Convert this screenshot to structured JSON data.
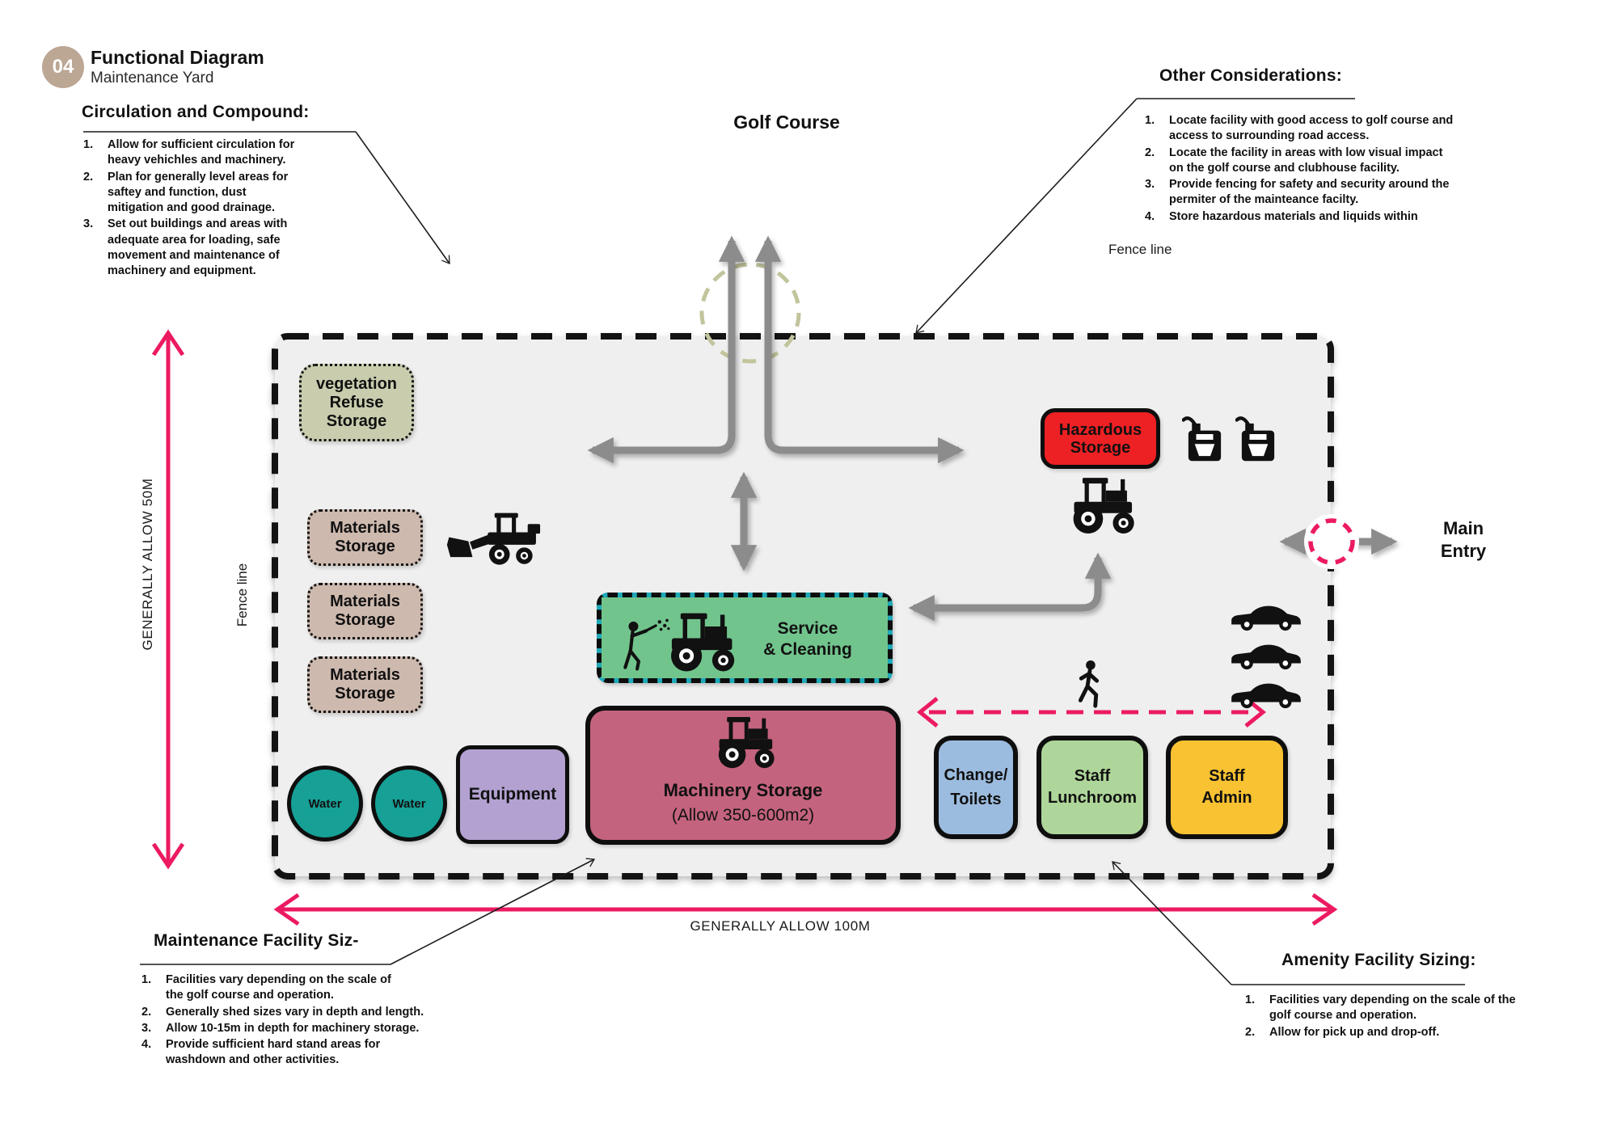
{
  "header": {
    "badge": "04",
    "title": "Functional Diagram",
    "subtitle": "Maintenance Yard"
  },
  "sections": {
    "circulation": {
      "heading": "Circulation and Compound:",
      "items": [
        {
          "num": "1.",
          "text": "Allow for sufficient circulation for heavy vehichles and machinery."
        },
        {
          "num": "2.",
          "text": "Plan for generally level areas for saftey and function, dust mitigation and good drainage."
        },
        {
          "num": "3.",
          "text": "Set out buildings and areas with adequate area for loading, safe movement and maintenance of machinery and equipment."
        }
      ]
    },
    "other_considerations": {
      "heading": "Other Considerations:",
      "items": [
        {
          "num": "1.",
          "text": "Locate facility with good access to golf course and access to surrounding road access."
        },
        {
          "num": "2.",
          "text": "Locate the facility in areas with low visual impact on the golf course and clubhouse facility."
        },
        {
          "num": "3.",
          "text": "Provide fencing for safety and security around the permiter of the mainteance facilty."
        },
        {
          "num": "4.",
          "text": "Store hazardous materials and liquids within"
        }
      ]
    },
    "maintenance_sizing": {
      "heading": "Maintenance Facility Siz-",
      "items": [
        {
          "num": "1.",
          "text": "Facilities vary depending on the scale of the golf course and operation."
        },
        {
          "num": "2.",
          "text": "Generally shed sizes vary in depth and length."
        },
        {
          "num": "3.",
          "text": "Allow 10-15m in depth for machinery storage."
        },
        {
          "num": "4.",
          "text": "Provide sufficient hard stand areas for washdown and other activities."
        }
      ]
    },
    "amenity_sizing": {
      "heading": "Amenity Facility Sizing:",
      "items": [
        {
          "num": "1.",
          "text": "Facilities vary depending on the scale of the golf course and operation."
        },
        {
          "num": "2.",
          "text": "Allow for pick up and drop-off."
        }
      ]
    }
  },
  "diagram": {
    "golf_course_label": "Golf Course",
    "fence_line_top": "Fence line",
    "fence_line_left": "Fence line",
    "main_entry": "Main\nEntry",
    "dimensions": {
      "vertical": "GENERALLY ALLOW 50M",
      "horizontal": "GENERALLY ALLOW 100M"
    },
    "boxes": {
      "vegetation": "vegetation\nRefuse\nStorage",
      "materials": "Materials\nStorage",
      "hazardous": "Hazardous\nStorage",
      "service": "Service\n& Cleaning",
      "machinery_title": "Machinery Storage",
      "machinery_sub": "(Allow 350-600m2)",
      "equipment": "Equipment",
      "water": "Water",
      "change_toilets": "Change/\nToilets",
      "staff_lunchroom": "Staff\nLunchroom",
      "staff_admin": "Staff\nAdmin"
    },
    "icons": [
      "tractor-icon",
      "wheel-loader-icon",
      "jerry-can-icon",
      "car-icon",
      "walking-person-icon",
      "sprayer-person-icon"
    ],
    "colors": {
      "accent_pink": "#EC1A62",
      "arrow_gray": "#8C8C8C",
      "fence_black": "#131313",
      "compound_bg": "#EFEFEF",
      "vegetation": "#C9CDAE",
      "materials": "#CDB9AE",
      "hazardous": "#ED2024",
      "service_green": "#72C48D",
      "service_border_teal": "#1FA9B8",
      "machinery": "#C4637E",
      "equipment": "#B3A1D1",
      "water": "#16A096",
      "change_toilets": "#9CBCDF",
      "staff_lunchroom": "#AED69A",
      "staff_admin": "#F9C232",
      "badge": "#BCA694",
      "gate_circle_olive": "#C2C49C"
    }
  }
}
